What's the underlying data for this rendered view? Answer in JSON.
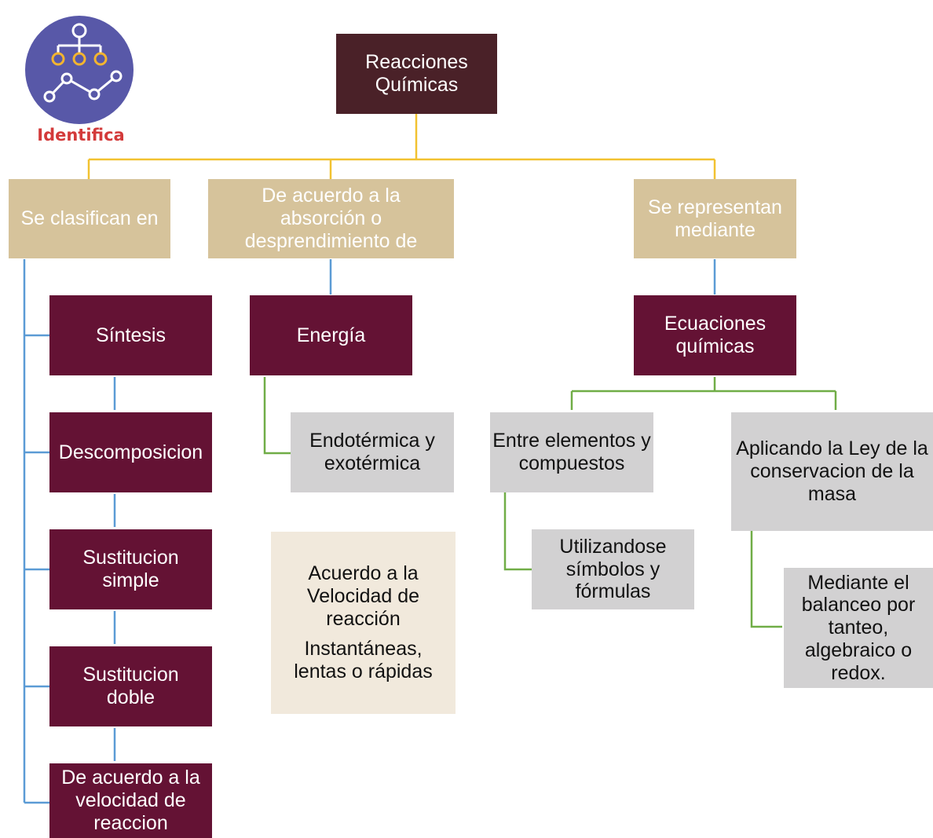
{
  "logo": {
    "label": "Identifica",
    "icon": "hierarchy-network-icon"
  },
  "root": {
    "label": "Reacciones Químicas"
  },
  "branches": {
    "clasifican": {
      "label": "Se clasifican en"
    },
    "energia_intro": {
      "label": "De acuerdo a la absorción o desprendimiento de"
    },
    "representan": {
      "label": "Se representan mediante"
    }
  },
  "types": [
    {
      "label": "Síntesis"
    },
    {
      "label": "Descomposicion"
    },
    {
      "label": "Sustitucion simple"
    },
    {
      "label": "Sustitucion doble"
    },
    {
      "label": "De acuerdo a la velocidad de reaccion"
    }
  ],
  "energy": {
    "label": "Energía",
    "child": "Endotérmica y exotérmica"
  },
  "velocidad": {
    "title": "Acuerdo a la Velocidad de reacción",
    "detail": "Instantáneas, lentas o rápidas"
  },
  "equations": {
    "label": "Ecuaciones químicas",
    "left": {
      "label": "Entre elementos y compuestos",
      "child": "Utilizandose símbolos y fórmulas"
    },
    "right": {
      "label": "Aplicando la Ley de la conservacion de la masa",
      "child": "Mediante el balanceo por tanteo, algebraico o redox."
    }
  },
  "colors": {
    "root": "#4a2128",
    "dark_box": "#641234",
    "tan_box": "#d6c39b",
    "grey_box": "#d2d1d2",
    "cream_box": "#f1e9dc",
    "connector_yellow": "#f2c230",
    "connector_blue": "#5b9bd5",
    "connector_green": "#70ad47",
    "logo_circle": "#5858a8",
    "logo_text": "#d33a3a"
  }
}
